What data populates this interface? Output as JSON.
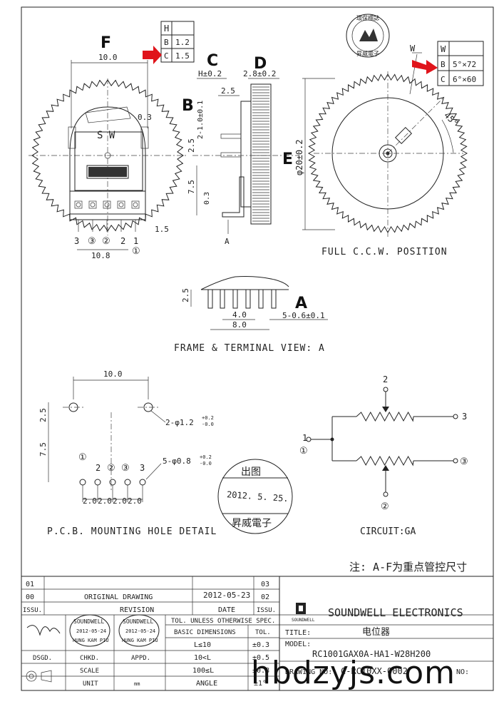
{
  "letters": {
    "f": "F",
    "c": "C",
    "d": "D",
    "b": "B",
    "e": "E",
    "a": "A"
  },
  "table_h": {
    "head": "H",
    "rows": [
      {
        "k": "B",
        "v": "1.2"
      },
      {
        "k": "C",
        "v": "1.5"
      }
    ]
  },
  "table_w": {
    "head": "W",
    "rows": [
      {
        "k": "B",
        "v": "5°×72"
      },
      {
        "k": "C",
        "v": "6°×60"
      }
    ]
  },
  "front_view": {
    "dim_top": "10.0",
    "dim_03": "0.3",
    "switch_label": "S W",
    "pin_labels": [
      "3",
      "③",
      "②",
      "2",
      "1"
    ],
    "pin_1_circled": "①",
    "dim_15": "1.5",
    "dim_bottom": "10.8"
  },
  "side_view": {
    "dim_h": "H±0.2",
    "dim_d": "2.8±0.2",
    "dim_25": "2.5",
    "dim_b": "2-1.0±0.1",
    "dim_25b": "2.5",
    "dim_75": "7.5",
    "dim_03": "0.3",
    "label_a": "A"
  },
  "knob_view": {
    "label_w": "W",
    "angle": "45°",
    "diameter": "φ20±0.2",
    "caption": "FULL C.C.W. POSITION"
  },
  "terminal_view": {
    "dim_25": "2.5",
    "dim_40": "4.0",
    "dim_80": "8.0",
    "dim_pins": "5-0.6±0.1",
    "caption": "FRAME & TERMINAL VIEW: A"
  },
  "pcb": {
    "dim_10": "10.0",
    "dim_25": "2.5",
    "dim_75": "7.5",
    "hole_big": "2-φ1.2",
    "hole_big_tol_up": "+0.2",
    "hole_big_tol_dn": "-0.0",
    "hole_small": "5-φ0.8",
    "hole_small_tol_up": "+0.2",
    "hole_small_tol_dn": "-0.0",
    "pin_labels": [
      "①",
      "2",
      "②",
      "③",
      "3"
    ],
    "pitch": [
      "2.0",
      "2.0",
      "2.0",
      "2.0"
    ],
    "caption": "P.C.B. MOUNTING HOLE DETAIL"
  },
  "circuit": {
    "t2": "2",
    "t3": "3",
    "t1": "1",
    "t1c": "①",
    "t3c": "③",
    "t2c": "②",
    "caption": "CIRCUIT:GA"
  },
  "stamp": {
    "line1": "出图",
    "line2": "2012. 5. 25.",
    "line3": "昇威電子"
  },
  "logo_stamp": {
    "top": "環保標誌",
    "bottom": "昇威電子"
  },
  "note": "注: A-F为重点管控尺寸",
  "title_block": {
    "rev_rows": [
      "01",
      "00"
    ],
    "issu": "ISSU.",
    "revision": "REVISION",
    "date_hdr": "DATE",
    "issu2": "ISSU.",
    "original": "ORIGINAL DRAWING",
    "orig_date": "2012-05-23",
    "sheet_nums": [
      "03",
      "02"
    ],
    "tol_header": "TOL. UNLESS OTHERWISE SPEC.",
    "basic_dim": "BASIC DIMENSIONS",
    "tol": "TOL.",
    "tol_rows": [
      {
        "range": "L≤10",
        "val": "±0.3"
      },
      {
        "range": "10<L",
        "val": "±0.5"
      },
      {
        "range": "100≤L",
        "val": "±0.8"
      }
    ],
    "angle": "ANGLE",
    "angle_val": "±1°",
    "dsgd": "DSGD.",
    "chkd": "CHKD.",
    "appd": "APPD.",
    "scale": "SCALE",
    "unit": "UNIT",
    "unit_val": "mm",
    "chk_stamp": {
      "brand": "SOUNDWELL",
      "date": "2012-05-24",
      "name": "HUNG KAM PIU"
    },
    "app_stamp": {
      "brand": "SOUNDWELL",
      "date": "2012-05-24",
      "name": "HUNG KAM PIU"
    },
    "company": "SOUNDWELL ELECTRONICS",
    "company_logo_small": "SOUNDWELL",
    "title_label": "TITLE:",
    "title_val": "电位器",
    "model_label": "MODEL:",
    "model_val": "RC1001GAX0A-HA1-W28H200",
    "drawing_label": "DRAWING NO:",
    "drawing_val": "C-RC10XX-0002",
    "no_label": "NO:"
  },
  "watermark": "hbdzyjs.com"
}
